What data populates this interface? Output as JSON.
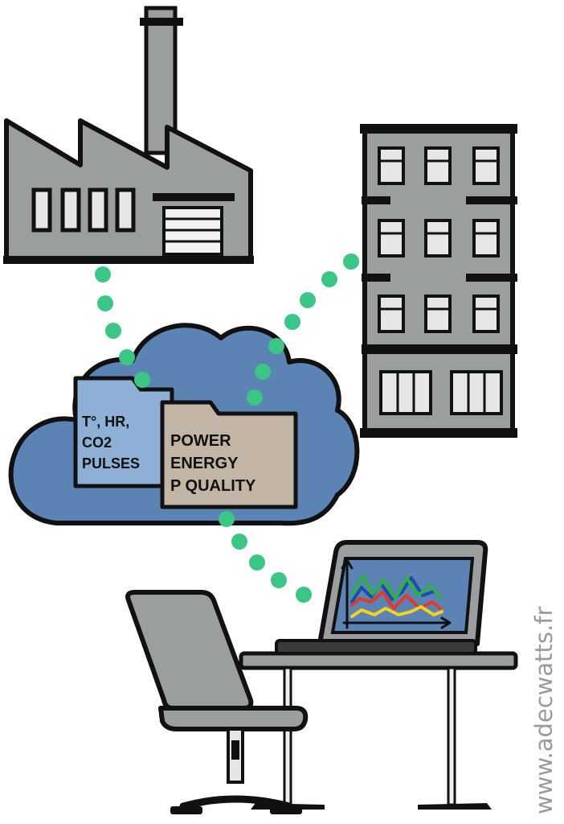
{
  "folders": {
    "sensor_folder": {
      "lines": [
        "T°, HR,",
        "CO2",
        "PULSES"
      ]
    },
    "energy_folder": {
      "lines": [
        "POWER",
        "ENERGY",
        "P QUALITY"
      ]
    }
  },
  "watermark": "www.adecwatts.fr",
  "icons": [
    "factory-icon",
    "office-building-icon",
    "cloud-icon",
    "folder-icon",
    "laptop-icon",
    "line-chart-icon",
    "office-chair-icon",
    "desk-icon",
    "connection-dots"
  ],
  "colors": {
    "cloud_fill": "#5b84b4",
    "folder_blue": "#8fb0d6",
    "folder_beige": "#c2b5a6",
    "connection_dots": "#3cc686",
    "building_gray": "#9a9e9f",
    "chart_red": "#e03a2f",
    "chart_green": "#2fae4a",
    "chart_yellow": "#f3d21f",
    "chart_blue": "#1b4ea8"
  }
}
